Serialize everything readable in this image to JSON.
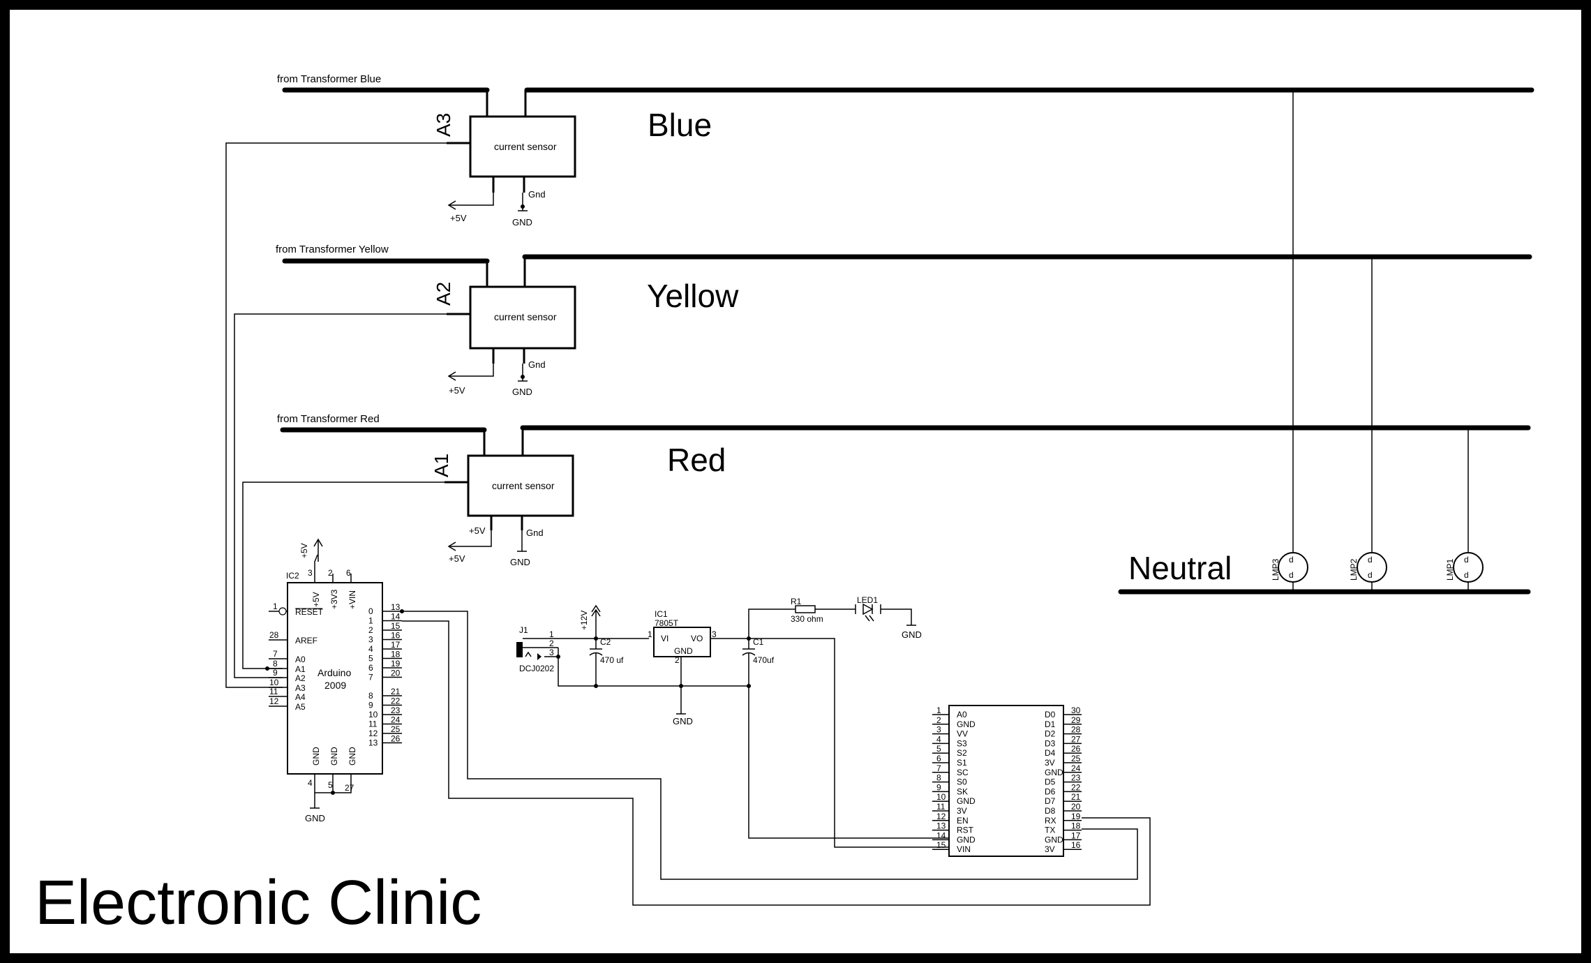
{
  "title": "Electronic Clinic",
  "phases": [
    {
      "name": "Blue",
      "from_label": "from Transformer Blue",
      "pin": "A3"
    },
    {
      "name": "Yellow",
      "from_label": "from Transformer Yellow",
      "pin": "A2"
    },
    {
      "name": "Red",
      "from_label": "from Transformer Red",
      "pin": "A1"
    }
  ],
  "neutral": "Neutral",
  "sensor": {
    "label": "current sensor",
    "vcc": "+5V",
    "gnd_pin": "Gnd",
    "gnd_symbol": "GND"
  },
  "lamps": [
    "LMP3",
    "LMP2",
    "LMP1"
  ],
  "arduino": {
    "ref": "IC2",
    "name": "Arduino",
    "model": "2009",
    "top_labels": [
      "+5V",
      "+3V3",
      "+VIN"
    ],
    "top_pins": [
      "3",
      "2",
      "6"
    ],
    "supply": "+5V",
    "left_pins": [
      {
        "num": "1",
        "name": "RESET"
      },
      {
        "num": "28",
        "name": "AREF"
      },
      {
        "num": "7",
        "name": "A0"
      },
      {
        "num": "8",
        "name": "A1"
      },
      {
        "num": "9",
        "name": "A2"
      },
      {
        "num": "10",
        "name": "A3"
      },
      {
        "num": "11",
        "name": "A4"
      },
      {
        "num": "12",
        "name": "A5"
      }
    ],
    "right_inner": [
      "0",
      "1",
      "2",
      "3",
      "4",
      "5",
      "6",
      "7",
      "8",
      "9",
      "10",
      "11",
      "12",
      "13"
    ],
    "right_pins": [
      "13",
      "14",
      "15",
      "16",
      "17",
      "18",
      "19",
      "20",
      "21",
      "22",
      "23",
      "24",
      "25",
      "26"
    ],
    "bottom_labels": [
      "GND",
      "GND",
      "GND"
    ],
    "bottom_pins": [
      "4",
      "5",
      "27"
    ],
    "gnd": "GND"
  },
  "power": {
    "jack_ref": "J1",
    "jack_name": "DCJ0202",
    "jack_pins": [
      "1",
      "2",
      "3"
    ],
    "supply": "+12V",
    "c2": {
      "ref": "C2",
      "value": "470 uf"
    },
    "reg": {
      "ref": "IC1",
      "name": "7805T",
      "vi": "VI",
      "vo": "VO",
      "gnd": "GND",
      "pins": [
        "1",
        "2",
        "3"
      ]
    },
    "c1": {
      "ref": "C1",
      "value": "470uf"
    },
    "gnd": "GND",
    "r1": {
      "ref": "R1",
      "value": "330 ohm"
    },
    "led": {
      "ref": "LED1"
    },
    "led_gnd": "GND"
  },
  "module": {
    "left_pins": [
      {
        "num": "1",
        "name": "A0"
      },
      {
        "num": "2",
        "name": "GND"
      },
      {
        "num": "3",
        "name": "VV"
      },
      {
        "num": "4",
        "name": "S3"
      },
      {
        "num": "5",
        "name": "S2"
      },
      {
        "num": "6",
        "name": "S1"
      },
      {
        "num": "7",
        "name": "SC"
      },
      {
        "num": "8",
        "name": "S0"
      },
      {
        "num": "9",
        "name": "SK"
      },
      {
        "num": "10",
        "name": "GND"
      },
      {
        "num": "11",
        "name": "3V"
      },
      {
        "num": "12",
        "name": "EN"
      },
      {
        "num": "13",
        "name": "RST"
      },
      {
        "num": "14",
        "name": "GND"
      },
      {
        "num": "15",
        "name": "VIN"
      }
    ],
    "right_pins": [
      {
        "num": "30",
        "name": "D0"
      },
      {
        "num": "29",
        "name": "D1"
      },
      {
        "num": "28",
        "name": "D2"
      },
      {
        "num": "27",
        "name": "D3"
      },
      {
        "num": "26",
        "name": "D4"
      },
      {
        "num": "25",
        "name": "3V"
      },
      {
        "num": "24",
        "name": "GND"
      },
      {
        "num": "23",
        "name": "D5"
      },
      {
        "num": "22",
        "name": "D6"
      },
      {
        "num": "21",
        "name": "D7"
      },
      {
        "num": "20",
        "name": "D8"
      },
      {
        "num": "19",
        "name": "RX"
      },
      {
        "num": "18",
        "name": "TX"
      },
      {
        "num": "17",
        "name": "GND"
      },
      {
        "num": "16",
        "name": "3V"
      }
    ]
  }
}
